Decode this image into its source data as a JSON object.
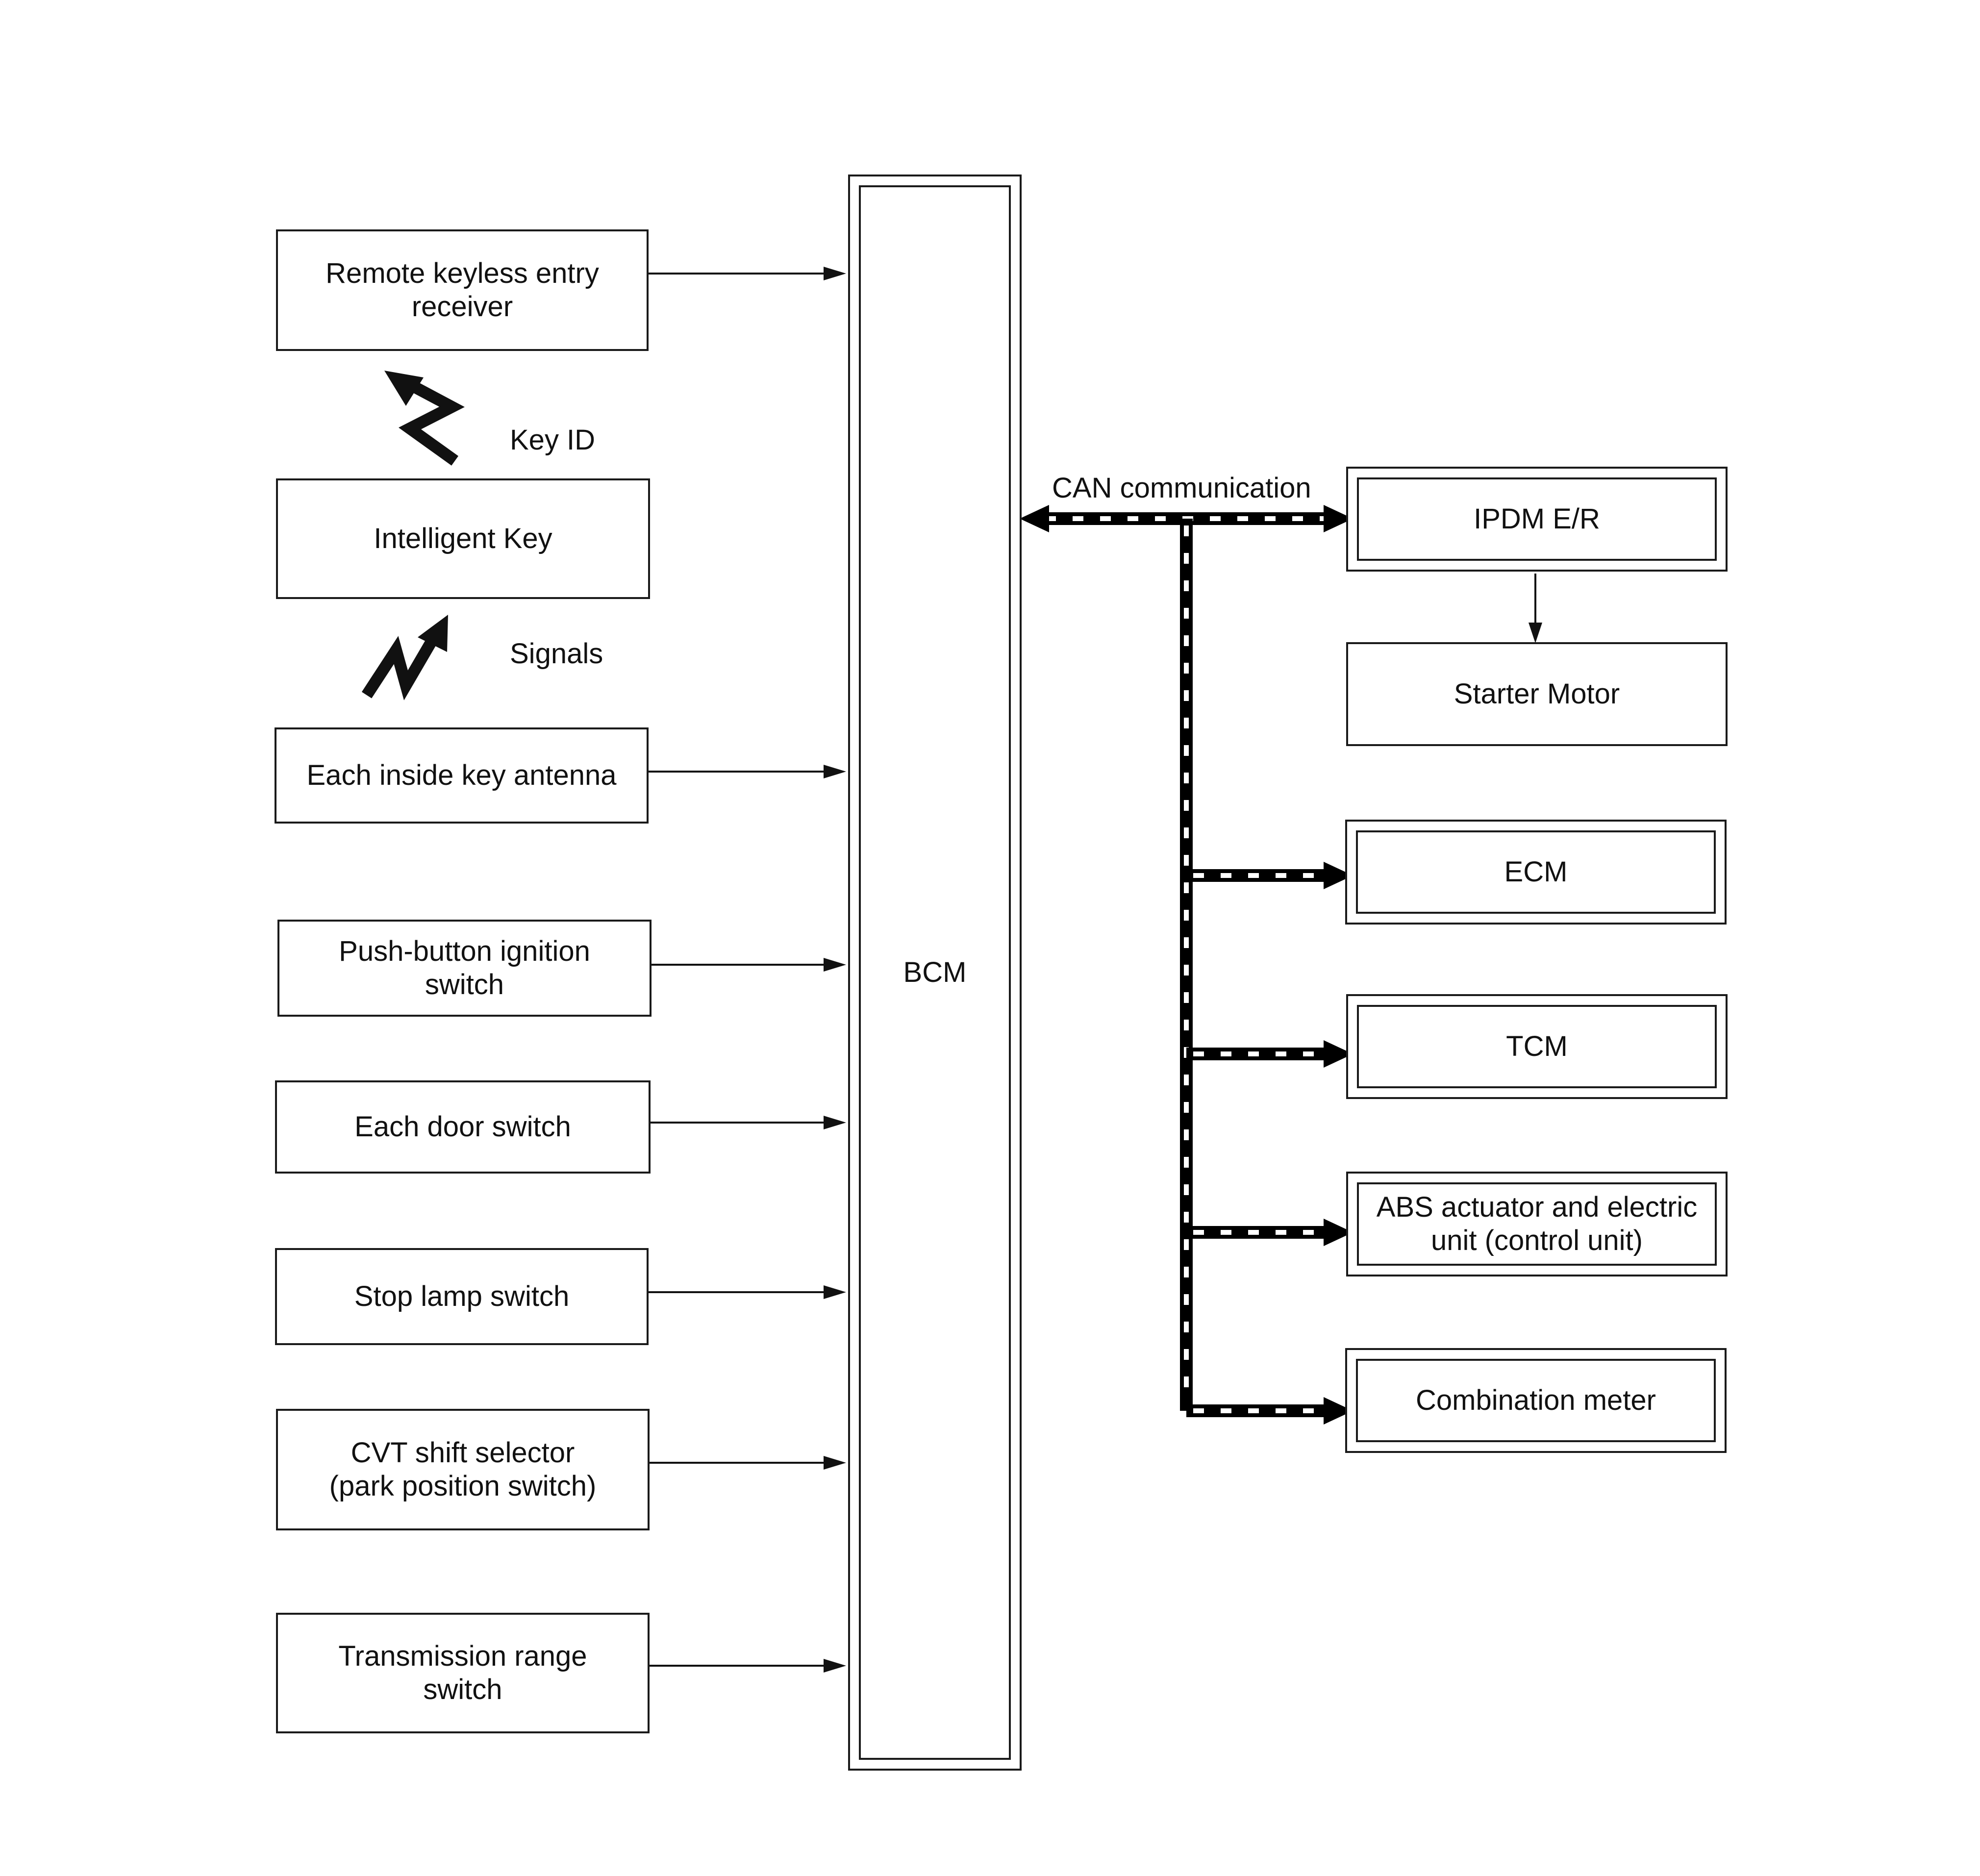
{
  "inputs": [
    {
      "id": "remote-keyless-entry-receiver",
      "label": "Remote keyless entry\nreceiver"
    },
    {
      "id": "intelligent-key",
      "label": "Intelligent Key"
    },
    {
      "id": "each-inside-key-antenna",
      "label": "Each inside key antenna"
    },
    {
      "id": "push-button-ignition-switch",
      "label": "Push-button ignition\nswitch"
    },
    {
      "id": "each-door-switch",
      "label": "Each door switch"
    },
    {
      "id": "stop-lamp-switch",
      "label": "Stop lamp switch"
    },
    {
      "id": "cvt-shift-selector",
      "label": "CVT shift selector\n(park position switch)"
    },
    {
      "id": "transmission-range-switch",
      "label": "Transmission range\nswitch"
    }
  ],
  "bcm": {
    "label": "BCM"
  },
  "can": {
    "label": "CAN communication"
  },
  "wireless": {
    "key_id": "Key ID",
    "signals": "Signals"
  },
  "outputs": [
    {
      "id": "ipdm-er",
      "label": "IPDM E/R"
    },
    {
      "id": "starter-motor",
      "label": "Starter Motor"
    },
    {
      "id": "ecm",
      "label": "ECM"
    },
    {
      "id": "tcm",
      "label": "TCM"
    },
    {
      "id": "abs-actuator",
      "label": "ABS actuator and electric\nunit (control unit)"
    },
    {
      "id": "combination-meter",
      "label": "Combination meter"
    }
  ]
}
